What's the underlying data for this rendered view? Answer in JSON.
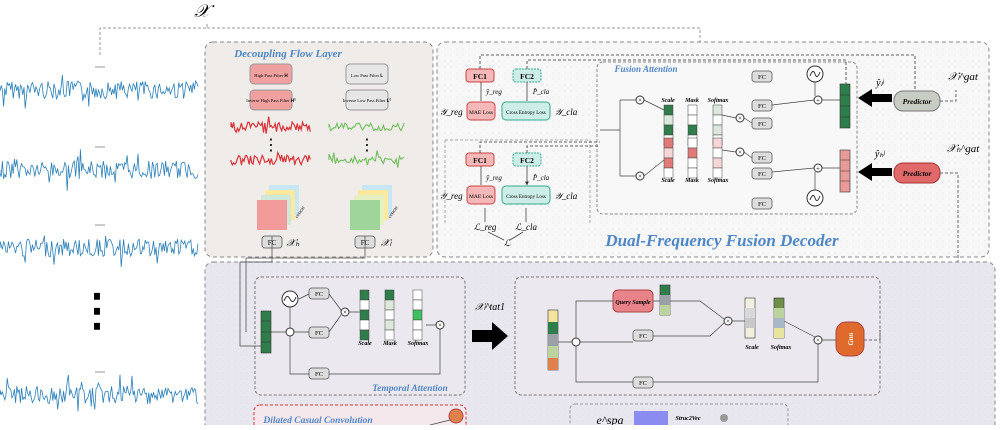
{
  "input_symbol": "𝒳",
  "left_ellipsis": "⋮",
  "decoupling": {
    "title": "Decoupling Flow Layer",
    "high_pass": "High Pass Filter 𝐇",
    "inv_high_pass": "Inverse High Pass Filter 𝐇⁰",
    "low_pass": "Low Pass Filter 𝐋",
    "inv_low_pass": "Inverse Low Pass Filter 𝐋⁰",
    "concat": "concat",
    "fc": "FC",
    "xh": "𝒳ₕ",
    "xl": "𝒳ₗ"
  },
  "decoder": {
    "title": "Dual-Frequency Fusion Decoder",
    "fc1": "FC1",
    "fc2": "FC2",
    "y_reg_hat": "ŷ_reg",
    "p_cla_hat": "P̂_cla",
    "y_reg": "𝒴_reg",
    "y_cla": "𝒴_cla",
    "mae_loss": "MAE Loss",
    "ce_loss": "Cross Entropy Loss",
    "l_reg": "ℒ_reg",
    "l_cla": "ℒ_cla",
    "l_total": "ℒ",
    "fusion_title": "Fusion Attention",
    "fc": "FC",
    "scale": "Scale",
    "mask": "Mask",
    "softmax": "Softmax",
    "predictor": "Predictor",
    "yl_hat": "ŷₗʲ",
    "yh_hat": "ŷₕʲ",
    "xl_gat": "𝒳ₗ^gat",
    "xh_gat": "𝒳ₕ^gat"
  },
  "temporal": {
    "title": "Temporal Attention",
    "fc": "FC",
    "scale": "Scale",
    "mask": "Mask",
    "softmax": "Softmax",
    "output": "𝒳ₗ^tat1"
  },
  "graph": {
    "query_sample": "Query Sample",
    "fc": "FC",
    "scale": "Scale",
    "softmax": "Softmax",
    "gnn": "Gnn"
  },
  "dilated": {
    "title": "Dilated Casual Convolution"
  },
  "bottom": {
    "e_spa": "e^spa",
    "struc2vec": "Struc2Vec"
  },
  "colors": {
    "signal": "#2a7fb8",
    "red_wave": "#d9343a",
    "green_wave": "#6fbf5a",
    "decoder_title": "#4f86c6",
    "fc1_fill": "#f4b8b8",
    "fc2_fill": "#cdeee8",
    "predictor_fill": "#c8cdc4",
    "green_block": "#2f7d4a",
    "pink_block": "#e07a78",
    "query_fill": "#e9838a",
    "gnn_fill": "#e06a2c"
  }
}
